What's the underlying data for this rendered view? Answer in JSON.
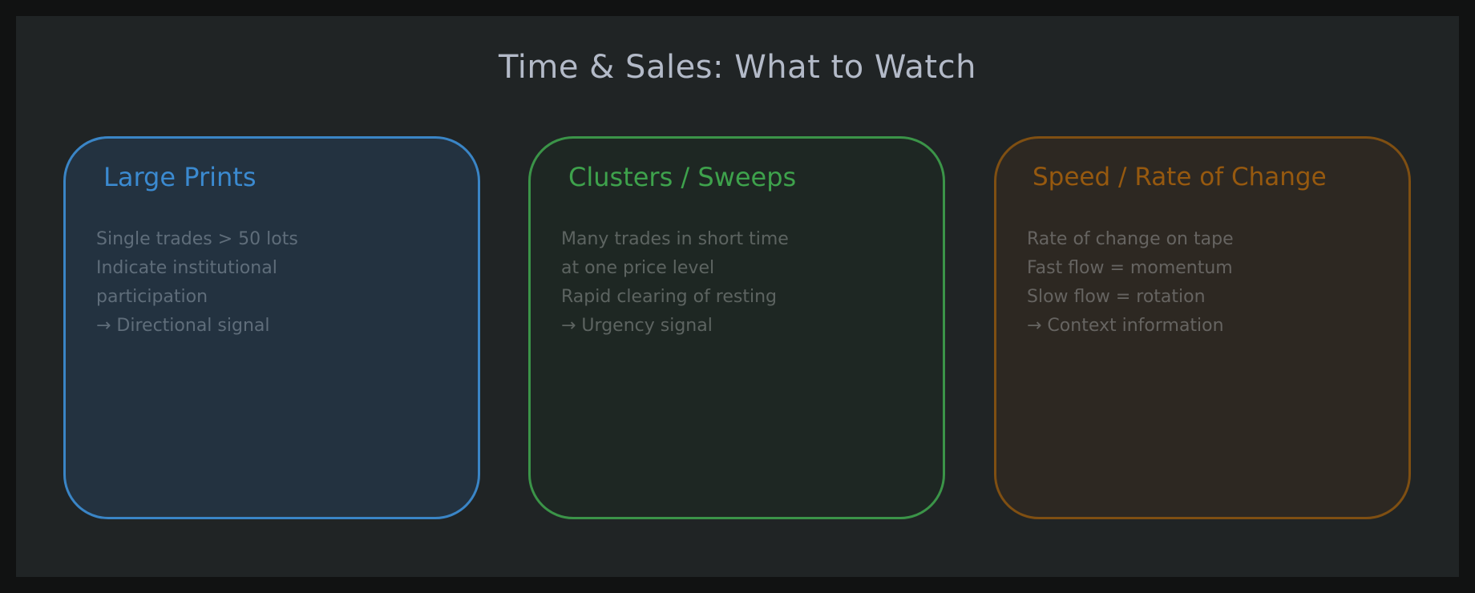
{
  "title": "Time & Sales: What to Watch",
  "colors": {
    "page_background": "#111212",
    "canvas_background": "#202425",
    "title": "#b3bac8",
    "blue_accent": "#3b8ad0",
    "green_accent": "#3ea24c",
    "orange_accent": "#96590f"
  },
  "cards": [
    {
      "heading": "Large Prints",
      "accent": "blue",
      "lines": [
        "Single trades > 50 lots",
        "Indicate institutional",
        "participation",
        "→ Directional signal"
      ]
    },
    {
      "heading": "Clusters / Sweeps",
      "accent": "green",
      "lines": [
        "Many trades in short time",
        "at one price level",
        "Rapid clearing of resting",
        "→ Urgency signal"
      ]
    },
    {
      "heading": "Speed / Rate of Change",
      "accent": "orange",
      "lines": [
        "Rate of change on tape",
        "Fast flow = momentum",
        "Slow flow = rotation",
        "→ Context information"
      ]
    }
  ]
}
